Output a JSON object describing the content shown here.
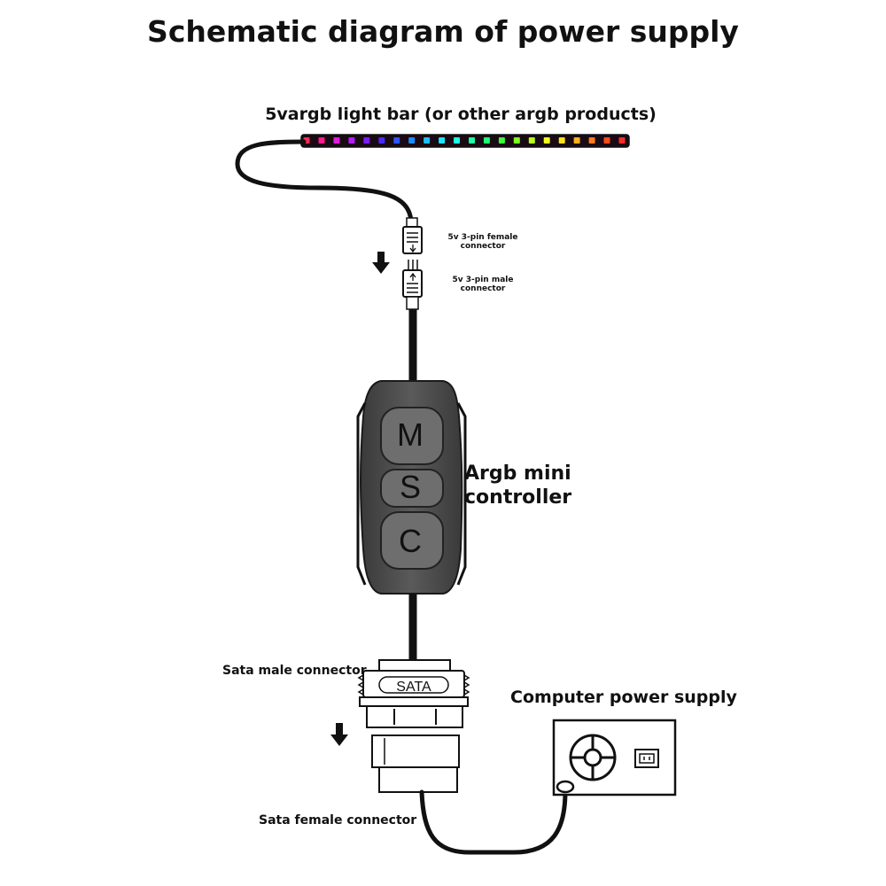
{
  "title": "Schematic diagram of power supply",
  "light_bar": {
    "label": "5vargb light bar (or other argb products)",
    "led_colors": [
      "#ff2a55",
      "#ff1a8c",
      "#e21adf",
      "#b51aff",
      "#7a1aff",
      "#4a2aff",
      "#2a55ff",
      "#1a8cff",
      "#1abfff",
      "#1ae6ff",
      "#1affe0",
      "#1affa8",
      "#1aff70",
      "#3aff3a",
      "#7dff1a",
      "#b8ff1a",
      "#eeff1a",
      "#ffe21a",
      "#ffb01a",
      "#ff7a1a",
      "#ff4a1a",
      "#ff2a2a"
    ]
  },
  "connectors": {
    "female_3pin": [
      "5v 3-pin female",
      "connector"
    ],
    "male_3pin": [
      "5v 3-pin male",
      "connector"
    ]
  },
  "controller": {
    "label_lines": [
      "Argb mini",
      "controller"
    ],
    "buttons": [
      "M",
      "S",
      "C"
    ]
  },
  "sata": {
    "male_label": "Sata male connector",
    "plug_text": "SATA",
    "female_label": "Sata female connector"
  },
  "power_supply": {
    "label": "Computer power supply"
  },
  "colors": {
    "cable": "#111111",
    "controller_body": "#4a4a4a",
    "controller_button": "#6e6e6e"
  }
}
